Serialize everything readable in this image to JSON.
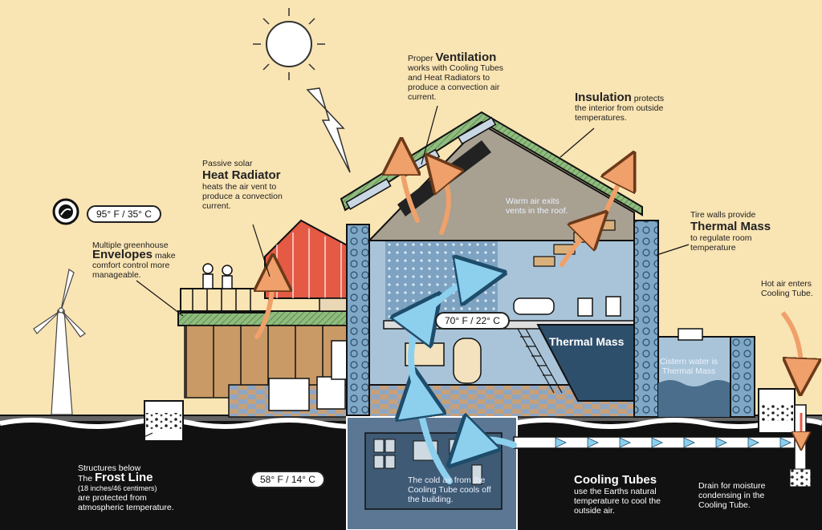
{
  "temps": {
    "outside": "95° F / 35° C",
    "inside": "70° F / 22° C",
    "ground": "58° F / 14° C"
  },
  "labels": {
    "ventilation": {
      "pre": "Proper",
      "title": "Ventilation",
      "body": "works with Cooling Tubes and Heat Radiators to produce a convection air current."
    },
    "insulation": {
      "title": "Insulation",
      "post": "protects",
      "body": "the interior from outside temperatures."
    },
    "heat_radiator": {
      "pre": "Passive solar",
      "title": "Heat Radiator",
      "body": "heats the air vent to produce a convection current."
    },
    "envelopes": {
      "pre": "Multiple greenhouse",
      "title": "Envelopes",
      "post": "make",
      "body": "comfort control more manageable."
    },
    "thermal_mass": {
      "pre": "Tire walls provide",
      "title": "Thermal Mass",
      "body": "to regulate room temperature"
    },
    "hot_air": "Hot air enters Cooling Tube.",
    "frost_line": {
      "pre": "Structures below",
      "the": "The",
      "title": "Frost Line",
      "small": "(18 inches/46 centimers)",
      "body": "are protected from atmospheric temperature."
    },
    "cooling_tubes": {
      "title": "Cooling Tubes",
      "body": "use the Earths natural temperature to cool the outside air."
    },
    "drain": "Drain for moisture condensing in the Cooling Tube."
  },
  "notes": {
    "warm_air": "Warm air exits vents in the roof.",
    "cold_air": "The cold air from the Cooling Tube cools off the building.",
    "cistern": "Cistern water is Thermal Mass",
    "thermal_mass_wall": "Thermal Mass"
  },
  "icons": [
    "sun-icon",
    "sunbeam-icon",
    "thermometer-icon",
    "wind-turbine-icon"
  ],
  "colors": {
    "sky": "#f9e4b3",
    "ground": "#111111",
    "interior": "#a9c4d8",
    "attic": "#a8a091",
    "insulation": "#8fbc7e",
    "warm_arrow": "#f0a06a",
    "cool_arrow": "#8cd0ee",
    "water": "#4a6e8c"
  }
}
